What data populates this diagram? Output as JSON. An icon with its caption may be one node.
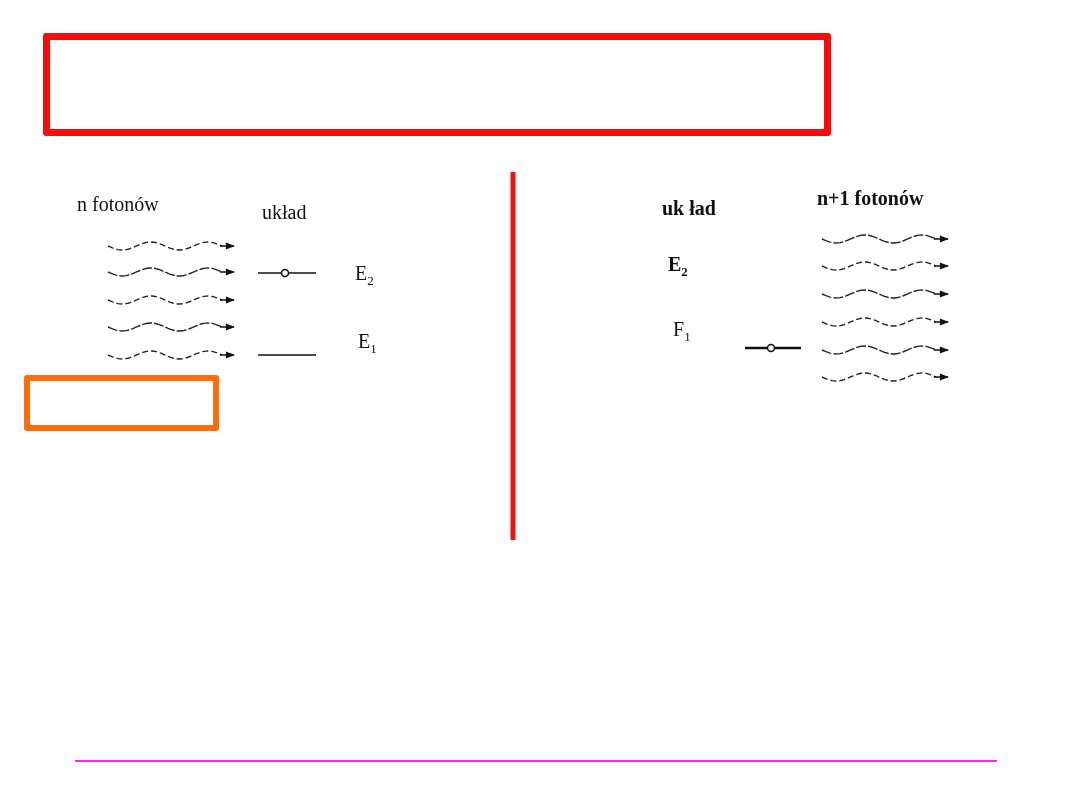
{
  "diagram": {
    "nodes": [
      {
        "text": [],
        "shape": "box"
      },
      {
        "text": [],
        "shape": "box"
      }
    ],
    "labels": [
      "n fotonów",
      "układ",
      "E$_{2}$",
      "E$_{1}$",
      "uk ład",
      "E$_{2}$",
      "F$_{1}$",
      "n+1 fotonów"
    ]
  }
}
